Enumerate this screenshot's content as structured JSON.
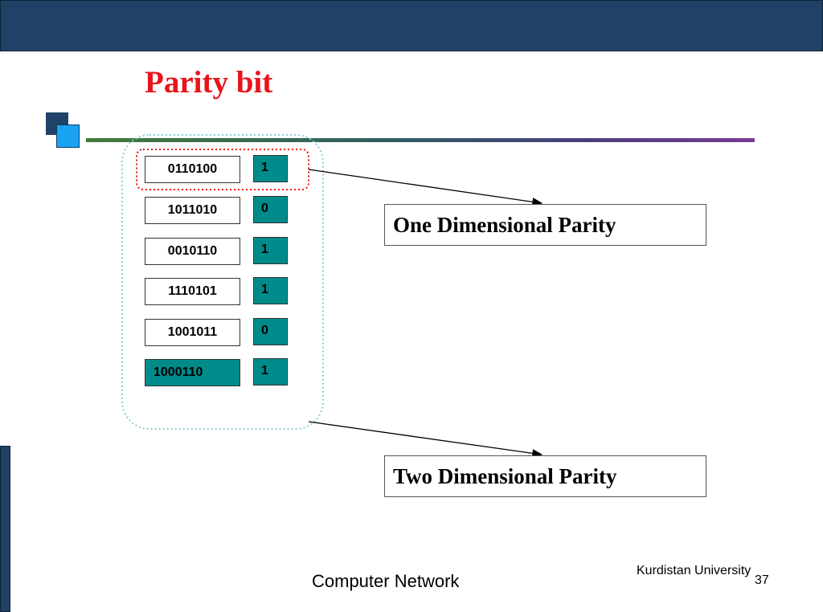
{
  "slide": {
    "title": "Parity bit",
    "rows": [
      {
        "data": "0110100",
        "parity": "1"
      },
      {
        "data": "1011010",
        "parity": "0"
      },
      {
        "data": "0010110",
        "parity": "1"
      },
      {
        "data": "1110101",
        "parity": "1"
      },
      {
        "data": "1001011",
        "parity": "0"
      },
      {
        "data": "1000110",
        "parity": "1"
      }
    ],
    "one_dim_label": "One Dimensional  Parity",
    "two_dim_label": "Two Dimensional  Parity"
  },
  "footer": {
    "course": "Computer Network",
    "university": "Kurdistan University",
    "page": "37"
  },
  "colors": {
    "title": "#e8141b",
    "bar": "#1f4266",
    "parity_fill": "#008b8b",
    "outline_red": "#e8141b",
    "outline_dotted": "#8fcfd8"
  }
}
